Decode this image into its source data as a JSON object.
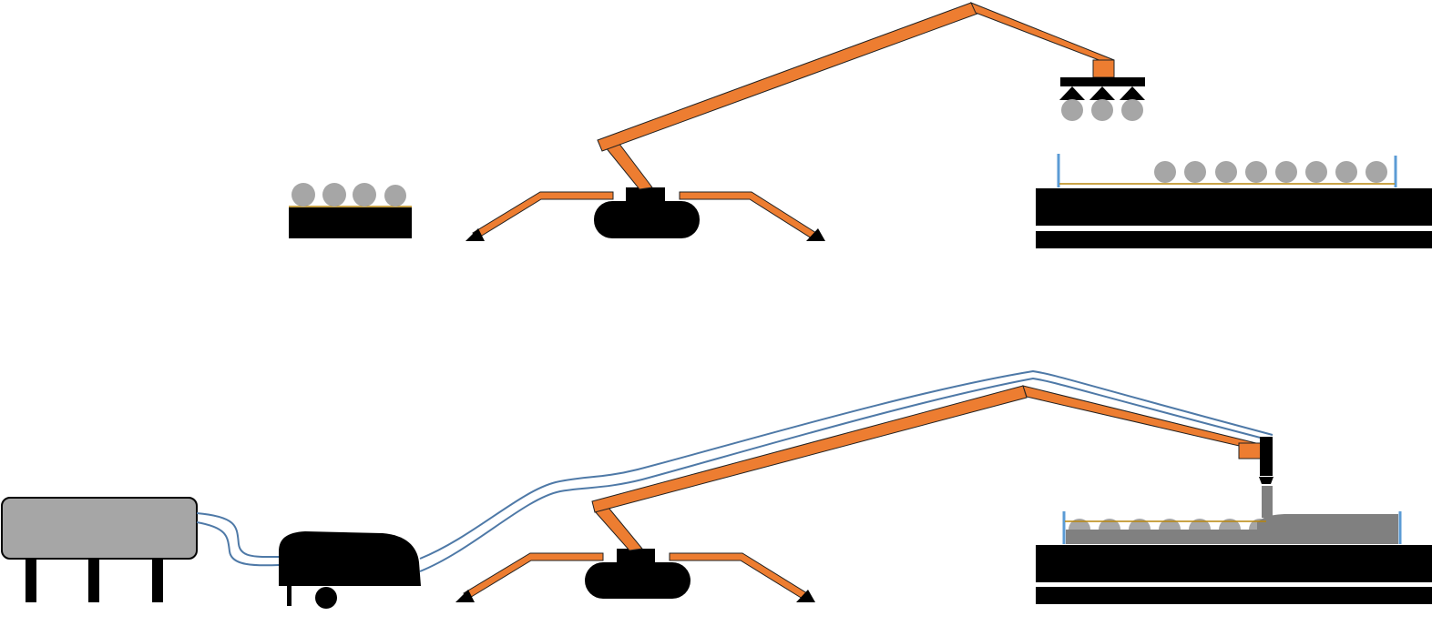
{
  "colors": {
    "background": "#ffffff",
    "boom": "#ED7D31",
    "boom_outline": "#222222",
    "black": "#000000",
    "ball": "#A6A6A6",
    "tank": "#A6A6A6",
    "hose": "#4E79A7",
    "form_post": "#5B9BD5",
    "rebar_line": "#B8860B",
    "concrete": "#808080"
  },
  "scenes": [
    {
      "name": "top-scene-placing-balls",
      "items": [
        "ball-stack-pallet",
        "crawler-crane",
        "vacuum-lifter",
        "formwork-deck"
      ],
      "balls_on_pallet": 4,
      "balls_on_lifter": 3,
      "balls_on_deck": 8
    },
    {
      "name": "bottom-scene-pouring-concrete",
      "items": [
        "concrete-tank",
        "concrete-pump",
        "crawler-crane",
        "concrete-hose",
        "formwork-deck"
      ],
      "balls_under_concrete": 7
    }
  ]
}
